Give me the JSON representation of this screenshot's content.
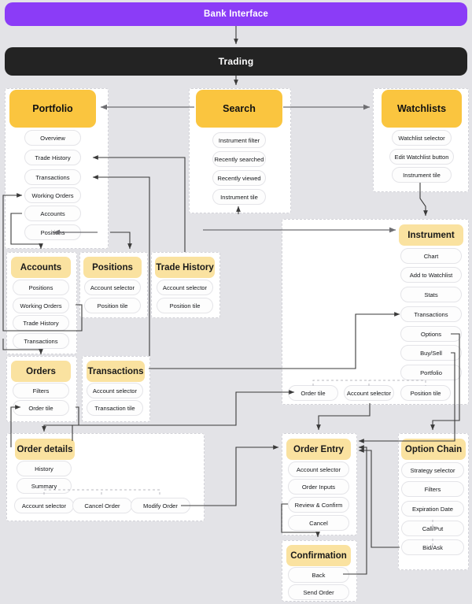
{
  "colors": {
    "background": "#e3e3e7",
    "root_bar": "#8b3cf7",
    "section_bar": "#232323",
    "header_primary": "#fac53f",
    "header_secondary": "#fae2a0",
    "pill_bg": "#fdfdfd",
    "connector": "#3a3a3a",
    "container_border": "#d2d2d8"
  },
  "root": {
    "label": "Bank Interface"
  },
  "section": {
    "label": "Trading"
  },
  "groups": {
    "portfolio": {
      "header": "Portfolio",
      "items": [
        "Overview",
        "Trade History",
        "Transactions",
        "Working Orders",
        "Accounts",
        "Positions"
      ]
    },
    "search": {
      "header": "Search",
      "items": [
        "Instrument filter",
        "Recently searched",
        "Recently viewed",
        "Instrument tile"
      ]
    },
    "watchlists": {
      "header": "Watchlists",
      "items": [
        "Watchlist selector",
        "Edit Watchlist button",
        "Instrument tile"
      ]
    },
    "accounts": {
      "header": "Accounts",
      "items": [
        "Positions",
        "Working Orders",
        "Trade History",
        "Transactions"
      ]
    },
    "positions": {
      "header": "Positions",
      "items": [
        "Account selector",
        "Position tile"
      ]
    },
    "trade_history": {
      "header": "Trade History",
      "items": [
        "Account selector",
        "Position tile"
      ]
    },
    "orders": {
      "header": "Orders",
      "items": [
        "Filters",
        "Order tile"
      ]
    },
    "transactions": {
      "header": "Transactions",
      "items": [
        "Account selector",
        "Transaction tile"
      ]
    },
    "instrument": {
      "header": "Instrument",
      "items": [
        "Chart",
        "Add to Watchlist",
        "Stats",
        "Transactions",
        "Options",
        "Buy/Sell",
        "Portfolio"
      ],
      "bottom_row": [
        "Order tile",
        "Account selector",
        "Position tile"
      ]
    },
    "order_details": {
      "header": "Order details",
      "items": [
        "History",
        "Summary"
      ],
      "bottom_row": [
        "Account selector",
        "Cancel Order",
        "Modify Order"
      ]
    },
    "order_entry": {
      "header": "Order Entry",
      "items": [
        "Account selector",
        "Order Inputs",
        "Review & Confirm",
        "Cancel"
      ]
    },
    "confirmation": {
      "header": "Confirmation",
      "items": [
        "Back",
        "Send Order"
      ]
    },
    "option_chain": {
      "header": "Option Chain",
      "items": [
        "Strategy selector",
        "Filters",
        "Expiration Date",
        "Call/Put",
        "Bid/Ask"
      ]
    }
  }
}
